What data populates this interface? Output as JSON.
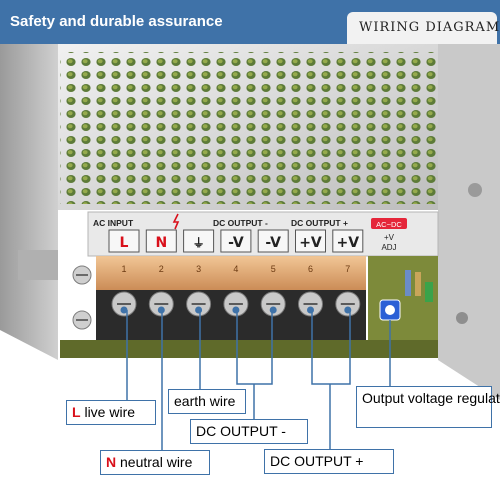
{
  "header": {
    "title": "Safety and durable assurance",
    "wiring_tag": "WIRING DIAGRAM",
    "accent_color": "#3f72a8"
  },
  "panel": {
    "ac_input": "AC INPUT",
    "dc_output_minus": "DC OUTPUT -",
    "dc_output_plus": "DC OUTPUT +",
    "acdc_badge": "AC~DC",
    "adj_plus_v": "+V",
    "adj_label": "ADJ",
    "terminals": [
      "L",
      "N",
      "⏚",
      "-V",
      "-V",
      "+V",
      "+V"
    ],
    "terminal_numbers": [
      "1",
      "2",
      "3",
      "4",
      "5",
      "6",
      "7"
    ]
  },
  "labels": {
    "live": {
      "prefix": "L",
      "text": "live wire"
    },
    "neutral": {
      "prefix": "N",
      "text": "neutral wire"
    },
    "earth": "earth wire",
    "dc_minus": "DC OUTPUT -",
    "dc_plus": "DC OUTPUT +",
    "regulation": "Output voltage regulation"
  },
  "colors": {
    "line_color": "#3f72a8",
    "terminal_red": "#d9101b",
    "badge_red": "#e5263a"
  }
}
